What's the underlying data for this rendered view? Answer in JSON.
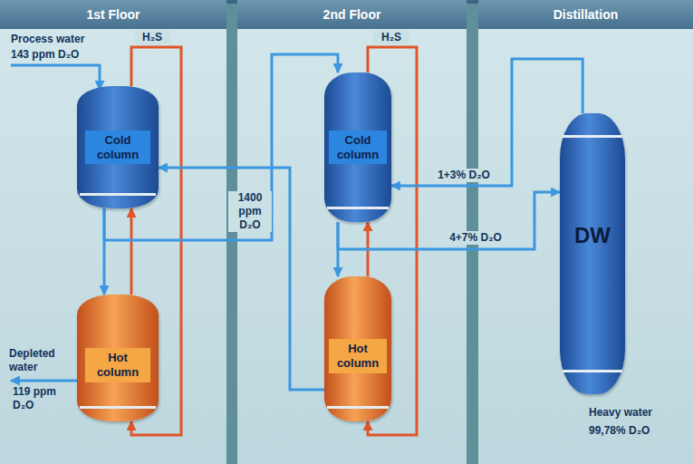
{
  "diagram": {
    "nodes": [
      {
        "text": [
          "1st Floor"
        ]
      },
      {
        "text": [
          "2nd Floor"
        ]
      },
      {
        "text": [
          "Distillation"
        ]
      },
      {
        "text": [
          "Cold column"
        ]
      },
      {
        "text": [
          "Hot column"
        ]
      },
      {
        "text": [
          "Cold column"
        ]
      },
      {
        "text": [
          "Hot column"
        ]
      },
      {
        "text": [
          "DW"
        ]
      }
    ],
    "edges": [
      {
        "from": 3,
        "to": 4,
        "arrow": "to"
      },
      {
        "from": 4,
        "to": 3,
        "arrow": "to"
      },
      {
        "from": 3,
        "to": 4,
        "label": "H₂S",
        "arrow": "to"
      },
      {
        "from": 3,
        "to": 5,
        "label": "1400 ppm D₂O",
        "arrow": "to"
      },
      {
        "from": 6,
        "to": 3,
        "arrow": "to"
      },
      {
        "from": 5,
        "to": 6,
        "arrow": "to"
      },
      {
        "from": 6,
        "to": 5,
        "arrow": "to"
      },
      {
        "from": 5,
        "to": 6,
        "label": "H₂S",
        "arrow": "to"
      },
      {
        "from": 5,
        "to": 7,
        "label": "4+7% D₂O",
        "arrow": "to"
      },
      {
        "from": 7,
        "to": 5,
        "label": "1+3% D₂O",
        "arrow": "to"
      }
    ],
    "labels": [
      "Process water",
      "143 ppm D₂O",
      "Depleted water",
      "119 ppm D₂O",
      "Heavy water",
      "99,78% D₂O"
    ]
  }
}
